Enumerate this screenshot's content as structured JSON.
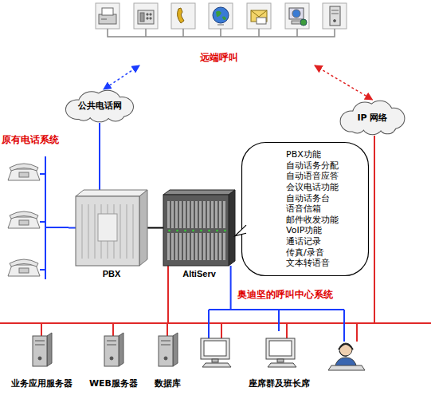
{
  "diagram": {
    "nodes": [
      {
        "text": [
          "远端呼叫"
        ]
      },
      {
        "text": [
          "原有电话系统"
        ]
      },
      {
        "text": [
          "公共电话网"
        ]
      },
      {
        "text": [
          "IP 网络"
        ]
      },
      {
        "text": [
          "PBX"
        ]
      },
      {
        "text": [
          "AltiServ"
        ]
      },
      {
        "text": [
          "PBX功能",
          "自动话务分配",
          "自动语音应答",
          "会议电话功能",
          "自动话务台",
          "语音信箱",
          "邮件收发功能",
          "VoIP功能",
          "通话记录",
          "传真/录音",
          "文本转语音"
        ]
      },
      {
        "text": [
          "业务应用服务器"
        ]
      },
      {
        "text": [
          "WEB服务器"
        ]
      },
      {
        "text": [
          "数据库"
        ]
      },
      {
        "text": [
          "座席群及班长席"
        ]
      }
    ],
    "edges": [
      {
        "from": 0,
        "to": 2,
        "arrow": "both"
      },
      {
        "from": 0,
        "to": 3,
        "arrow": "both"
      },
      {
        "from": 2,
        "to": 4,
        "arrow": "none"
      },
      {
        "from": 1,
        "to": 4,
        "arrow": "none"
      },
      {
        "from": 4,
        "to": 5,
        "arrow": "none"
      },
      {
        "from": 5,
        "to": 10,
        "arrow": "none"
      }
    ],
    "labels": [
      "奥迪坚的呼叫中心系统"
    ]
  }
}
